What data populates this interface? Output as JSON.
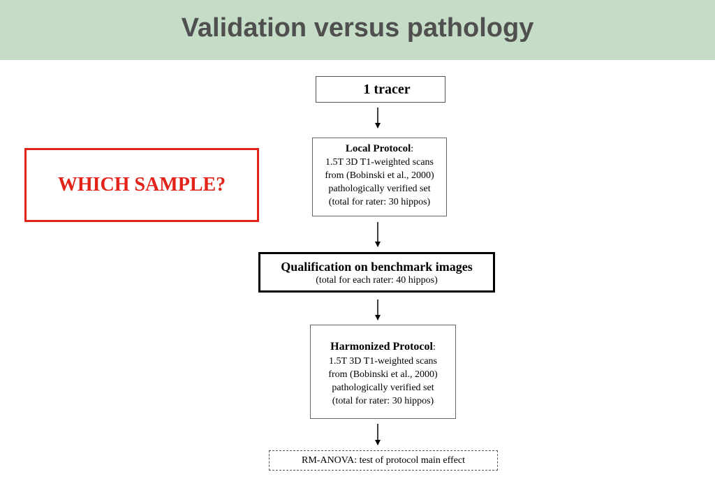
{
  "title": "Validation versus pathology",
  "sample_question": "WHICH SAMPLE?",
  "flow": {
    "tracer": "1 tracer",
    "local_protocol": {
      "header": "Local Protocol",
      "colon": ":",
      "lines": [
        "1.5T 3D T1-weighted scans",
        "from (Bobinski et al., 2000)",
        "pathologically verified set",
        "(total for rater: 30 hippos)"
      ]
    },
    "qualification": {
      "header": "Qualification on benchmark images",
      "sub": "(total for each rater: 40 hippos)"
    },
    "harmonized_protocol": {
      "header": "Harmonized Protocol",
      "colon": ":",
      "lines": [
        "1.5T 3D T1-weighted scans",
        "from (Bobinski et al., 2000)",
        "pathologically verified set",
        "(total for rater: 30 hippos)"
      ]
    },
    "anova": "RM-ANOVA: test of protocol main effect"
  },
  "colors": {
    "title_band": "#c5dcc7",
    "title_text": "#4f4f4f",
    "accent_red": "#e2231a"
  }
}
